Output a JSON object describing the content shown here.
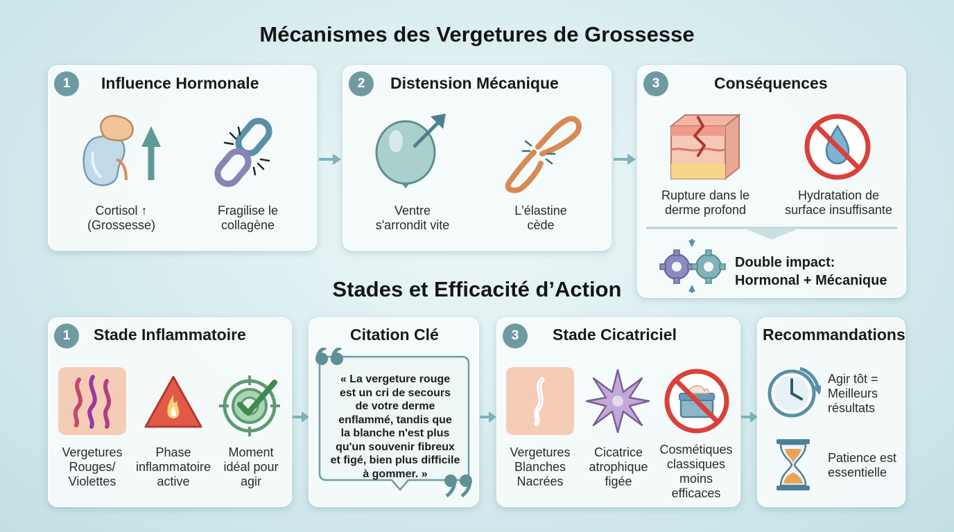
{
  "title": "Mécanismes des Vergetures de Grossesse",
  "subtitle": "Stades et Efficacité d’Action",
  "mechanisms": [
    {
      "number": "1",
      "title": "Influence Hormonale",
      "items": [
        {
          "icon": "kidney-adrenal-icon",
          "caption_line1": "Cortisol ↑",
          "caption_line2": "(Grossesse)"
        },
        {
          "icon": "broken-chain-icon",
          "caption_line1": "Fragilise le",
          "caption_line2": "collagène"
        }
      ]
    },
    {
      "number": "2",
      "title": "Distension Mécanique",
      "items": [
        {
          "icon": "balloon-icon",
          "caption_line1": "Ventre",
          "caption_line2": "s'arrondit vite"
        },
        {
          "icon": "broken-elastic-icon",
          "caption_line1": "L'élastine",
          "caption_line2": "cède"
        }
      ]
    },
    {
      "number": "3",
      "title": "Conséquences",
      "items": [
        {
          "icon": "skin-rupture-icon",
          "caption_line1": "Rupture dans le",
          "caption_line2": "derme profond"
        },
        {
          "icon": "no-hydration-icon",
          "caption_line1": "Hydratation de",
          "caption_line2": "surface insuffisante"
        }
      ],
      "impact_line1": "Double impact:",
      "impact_line2": "Hormonal + Mécanique"
    }
  ],
  "stages": {
    "inflammatory": {
      "number": "1",
      "title": "Stade Inflammatoire",
      "items": [
        {
          "icon": "red-stretch-marks-icon",
          "lines": [
            "Vergetures",
            "Rouges/",
            "Violettes"
          ]
        },
        {
          "icon": "fire-warning-icon",
          "lines": [
            "Phase",
            "inflammatoire",
            "active"
          ]
        },
        {
          "icon": "target-check-icon",
          "lines": [
            "Moment",
            "idéal pour",
            "agir"
          ]
        }
      ]
    },
    "quote": {
      "title": "Citation Clé",
      "lines": [
        "« La vergeture rouge",
        "est un cri de secours",
        "de votre derme",
        "enflammé, tandis que",
        "la blanche n'est plus",
        "qu'un souvenir fibreux",
        "et figé, bien plus difficile",
        "à gommer. »"
      ]
    },
    "scar": {
      "number": "3",
      "title": "Stade Cicatriciel",
      "items": [
        {
          "icon": "white-stretch-mark-icon",
          "lines": [
            "Vergetures",
            "Blanches",
            "Nacrées"
          ]
        },
        {
          "icon": "atrophic-star-icon",
          "lines": [
            "Cicatrice",
            "atrophique",
            "figée"
          ]
        },
        {
          "icon": "no-cream-icon",
          "lines": [
            "Cosmétiques",
            "classiques",
            "moins",
            "efficaces"
          ]
        }
      ]
    },
    "recommendations": {
      "title": "Recommandations",
      "items": [
        {
          "icon": "clock-icon",
          "lines": [
            "Agir tôt =",
            "Meilleurs",
            "résultats"
          ]
        },
        {
          "icon": "hourglass-icon",
          "lines": [
            "Patience est",
            "essentielle"
          ]
        }
      ]
    }
  },
  "colors": {
    "badge": "#6f9aa2",
    "arrow": "#7fb2bb",
    "prohibition": "#d9413a",
    "background": "#d6ebee"
  }
}
